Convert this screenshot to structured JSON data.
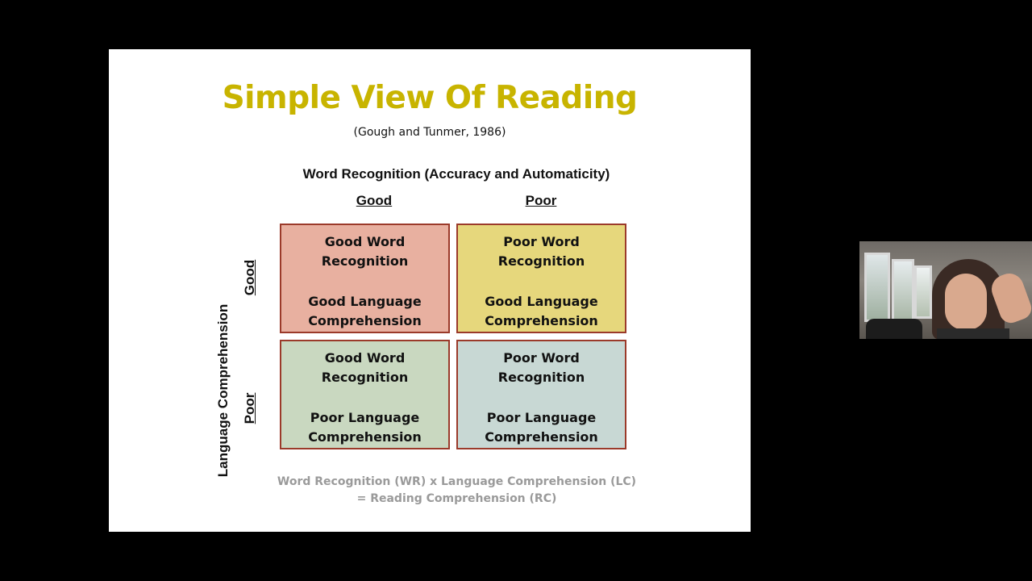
{
  "slide": {
    "title": "Simple View Of Reading",
    "citation": "(Gough and Tunmer, 1986)",
    "x_axis_title": "Word Recognition (Accuracy and Automaticity)",
    "col_good": "Good",
    "col_poor": "Poor",
    "y_axis_title": "Language Comprehension",
    "row_good": "Good",
    "row_poor": "Poor",
    "cells": {
      "good_good": {
        "line1": "Good Word",
        "line2": "Recognition",
        "line3": "Good Language",
        "line4": "Comprehension",
        "color": "#e8b0a0"
      },
      "poor_good": {
        "line1": "Poor Word",
        "line2": "Recognition",
        "line3": "Good Language",
        "line4": "Comprehension",
        "color": "#e6d77c"
      },
      "good_poor": {
        "line1": "Good Word",
        "line2": "Recognition",
        "line3": "Poor Language",
        "line4": "Comprehension",
        "color": "#c9d8c0"
      },
      "poor_poor": {
        "line1": "Poor Word",
        "line2": "Recognition",
        "line3": "Poor Language",
        "line4": "Comprehension",
        "color": "#c8d8d4"
      }
    },
    "formula_line1": "Word Recognition (WR) x Language Comprehension (LC)",
    "formula_line2": "= Reading Comprehension (RC)",
    "title_color": "#c8b400"
  },
  "webcam": {
    "icon": "presenter-video-icon"
  }
}
